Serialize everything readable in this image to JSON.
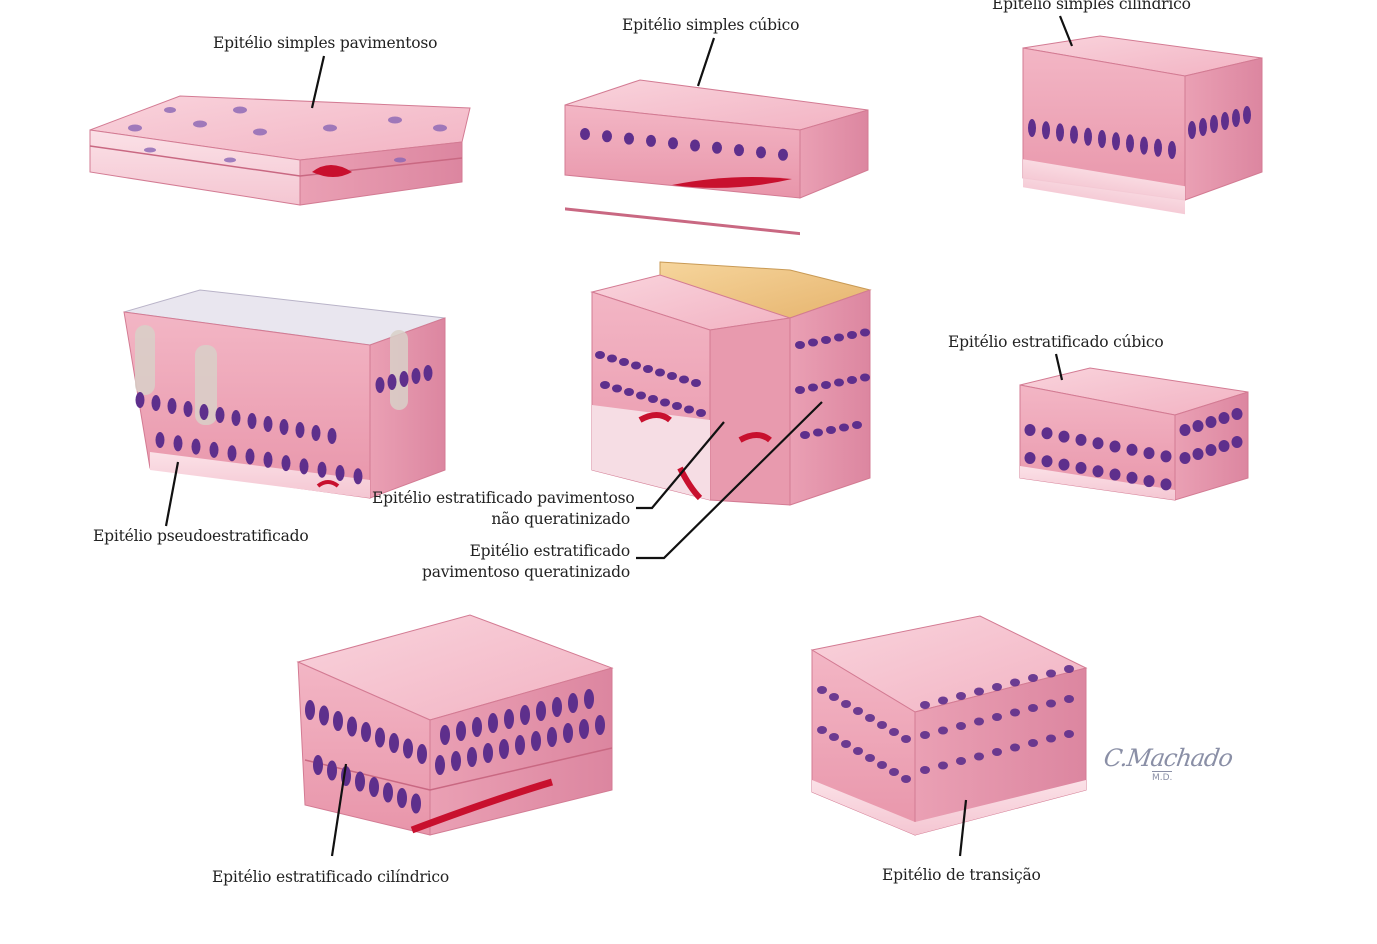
{
  "labels": {
    "simples_pavimentoso": "Epitélio simples pavimentoso",
    "simples_cubico": "Epitélio simples cúbico",
    "simples_cilindrico": "Epitélio simples cilíndrico",
    "pseudoestratificado": "Epitélio pseudoestratificado",
    "estratificado_pav_nao_queratinizado_1": "Epitélio estratificado pavimentoso",
    "estratificado_pav_nao_queratinizado_2": "não queratinizado",
    "estratificado_pav_queratinizado_1": "Epitélio estratificado",
    "estratificado_pav_queratinizado_2": "pavimentoso queratinizado",
    "estratificado_cubico": "Epitélio estratificado cúbico",
    "estratificado_cilindrico": "Epitélio estratificado cilíndrico",
    "transicao": "Epitélio de transição"
  },
  "signature": {
    "name": "C.Machado",
    "suffix": "M.D."
  },
  "colors": {
    "tissue_light": "#f7c3cf",
    "tissue_mid": "#ec9fb2",
    "tissue_dark": "#d77d96",
    "nucleus": "#6b3e95",
    "vessel": "#c8102e",
    "keratin": "#f0c58a"
  }
}
